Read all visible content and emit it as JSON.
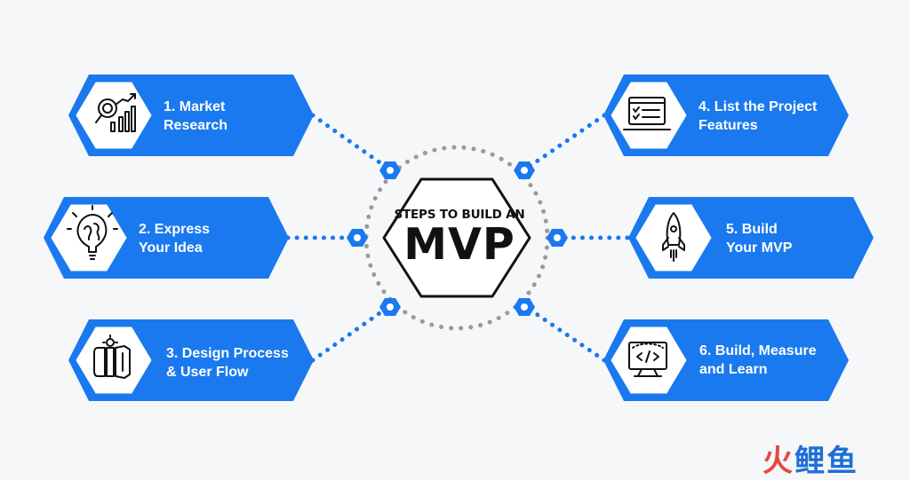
{
  "center": {
    "title": "STEPS TO BUILD AN",
    "big": "MVP"
  },
  "steps": [
    {
      "line1": "1. Market",
      "line2": "Research",
      "icon": "market-research-icon"
    },
    {
      "line1": "2. Express",
      "line2": "Your Idea",
      "icon": "idea-bulb-icon"
    },
    {
      "line1": "3. Design Process",
      "line2": "& User Flow",
      "icon": "design-process-icon"
    },
    {
      "line1": "4. List the Project",
      "line2": "Features",
      "icon": "feature-list-icon"
    },
    {
      "line1": "5. Build",
      "line2": "Your MVP",
      "icon": "rocket-icon"
    },
    {
      "line1": "6. Build, Measure",
      "line2": "and Learn",
      "icon": "code-monitor-icon"
    }
  ],
  "colors": {
    "accent": "#1a79ee",
    "white": "#ffffff",
    "dark": "#111111",
    "ring": "#9a9a9a",
    "background": "#f6f7f9"
  },
  "watermark": {
    "part1": "火",
    "part2": "鲤鱼"
  }
}
